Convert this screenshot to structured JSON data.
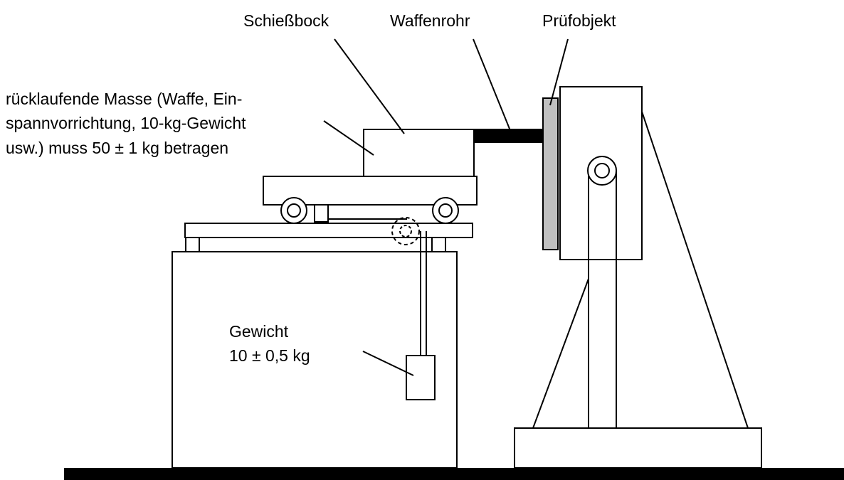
{
  "labels": {
    "shooting_stand": "Schießbock",
    "barrel": "Waffenrohr",
    "test_object": "Prüfobjekt",
    "recoil_mass_line1": "rücklaufende Masse (Waffe, Ein-",
    "recoil_mass_line2": "spannvorrichtung, 10-kg-Gewicht",
    "recoil_mass_line3": "usw.) muss 50 ± 1 kg betragen",
    "weight_line1": "Gewicht",
    "weight_line2": "10 ± 0,5 kg"
  },
  "colors": {
    "line": "#000000",
    "test_object_fill": "#c0c0c0",
    "background": "#ffffff"
  }
}
